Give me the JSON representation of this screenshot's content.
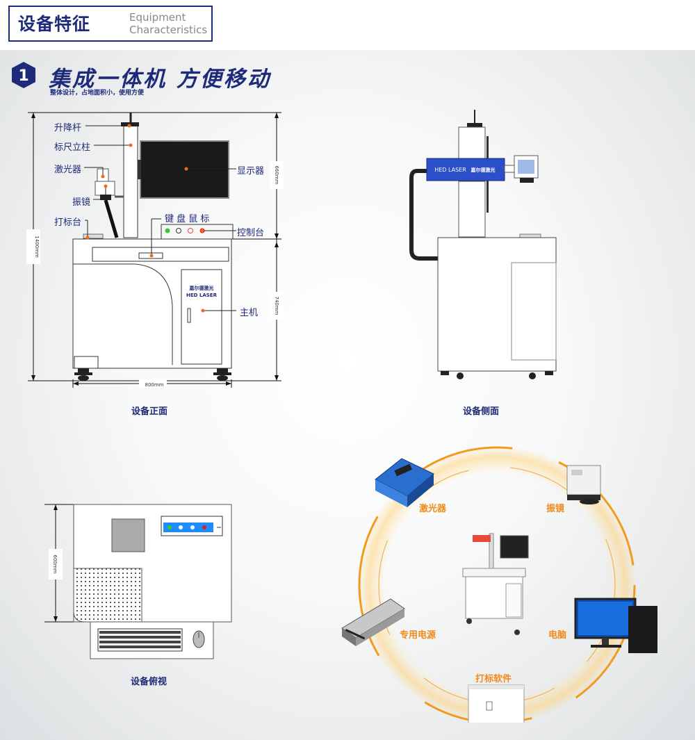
{
  "header": {
    "title_cn": "设备特征",
    "title_en_line1": "Equipment",
    "title_en_line2": "Characteristics"
  },
  "section": {
    "number": "1",
    "title": "集成一体机 方便移动",
    "subtitle": "整体设计，占地面积小，使用方便"
  },
  "front_view": {
    "labels": {
      "lift_rod": "升降杆",
      "ruler_column": "标尺立柱",
      "laser": "激光器",
      "galvo": "振镜",
      "marking_table": "打标台",
      "display": "显示器",
      "keyboard_mouse": "键 盘 鼠 标",
      "control_panel": "控制台",
      "host": "主机"
    },
    "brand_cn": "嘉尔德激光",
    "brand_en": "HED LASER",
    "dims": {
      "total_height": "1400mm",
      "upper_height": "660mm",
      "lower_height": "740mm",
      "width": "800mm"
    },
    "caption": "设备正面"
  },
  "side_view": {
    "brand_en": "HED LASER",
    "brand_cn": "嘉尔德激光",
    "caption": "设备侧面"
  },
  "top_view": {
    "depth": "600mm",
    "caption": "设备俯视"
  },
  "components": {
    "laser": "激光器",
    "galvo": "振镜",
    "power_supply": "专用电源",
    "computer": "电脑",
    "software": "打标软件"
  },
  "colors": {
    "brand": "#1e2a7a",
    "accent": "#f28a1a"
  }
}
